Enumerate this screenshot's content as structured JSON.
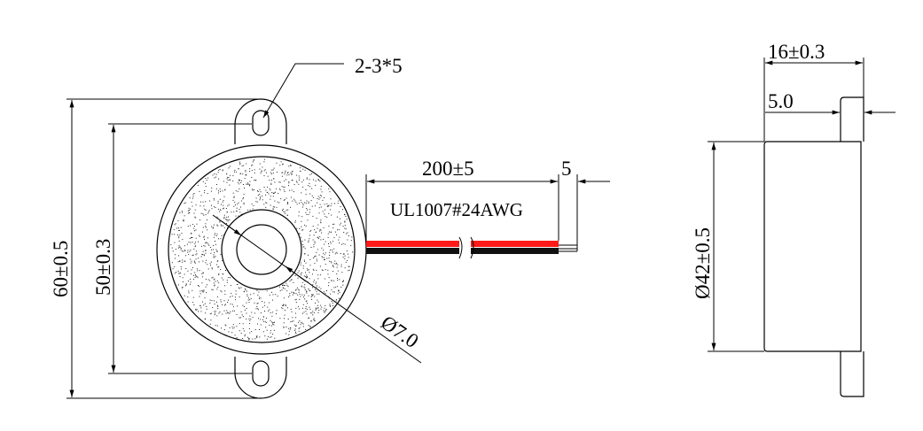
{
  "front_view": {
    "hole_callout": "2-3*5",
    "height_overall": "60±0.5",
    "hole_spacing": "50±0.3",
    "wire_length": "200±5",
    "strip_length": "5",
    "wire_spec": "UL1007#24AWG",
    "center_hole_diameter": "Ø7.0"
  },
  "side_view": {
    "depth": "16±0.3",
    "tab_offset": "5.0",
    "body_diameter": "Ø42±0.5"
  },
  "colors": {
    "wire_red": "#ff1a1a",
    "wire_black": "#111111",
    "line": "#000000"
  }
}
